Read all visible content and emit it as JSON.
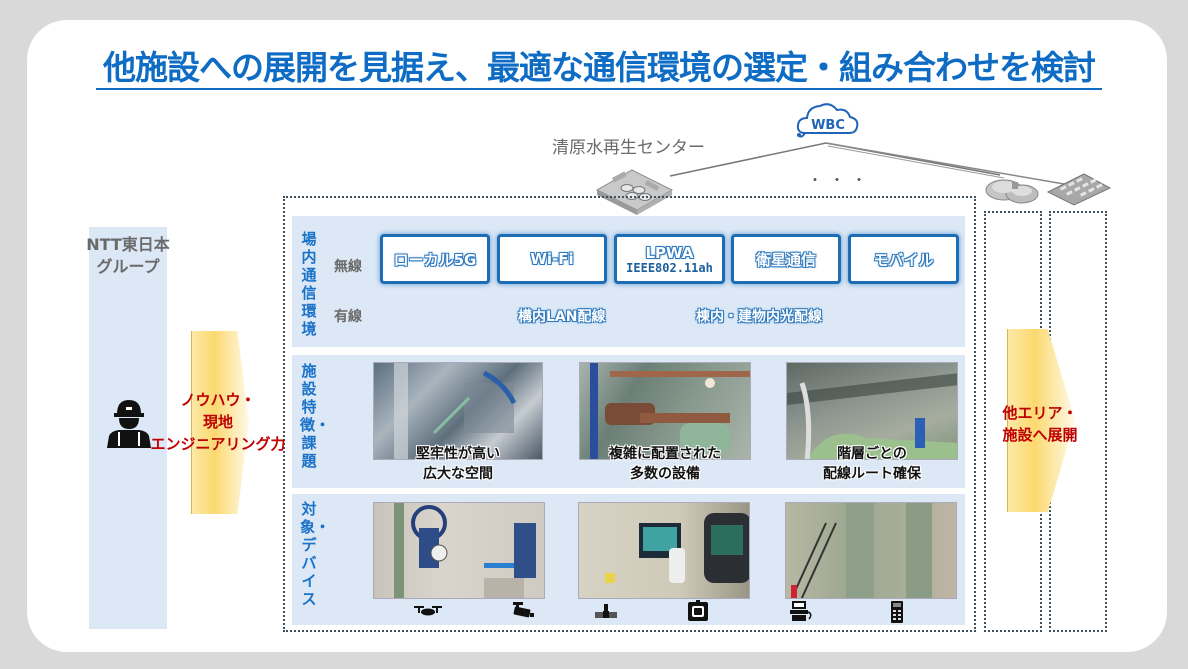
{
  "title": "他施設への展開を見据え、最適な通信環境の選定・組み合わせを検討",
  "colors": {
    "accent_blue": "#0e6cc4",
    "row_bg": "#dce8f5",
    "chevron_text": "#c00000",
    "chevron_fill": "#fbd970"
  },
  "network": {
    "cloud_label": "WBC",
    "facility_label": "清原水再生センター",
    "ellipsis": "・・・",
    "icons": [
      "cloud-icon",
      "treatment-plant-icon",
      "facility-icon",
      "building-grid-icon"
    ]
  },
  "left": {
    "group_label_line1": "NTT東日本",
    "group_label_line2": "グループ",
    "worker_icon": "engineer-icon",
    "chevron_lines": [
      "ノウハウ・",
      "現地",
      "エンジニアリング力"
    ]
  },
  "right": {
    "chevron_lines": [
      "他エリア・",
      "施設へ展開"
    ]
  },
  "rows": [
    {
      "label": "場内通信環境",
      "wireless_label": "無線",
      "wired_label": "有線",
      "wireless": [
        {
          "name": "ローカル5G",
          "sub": ""
        },
        {
          "name": "Wi-Fi",
          "sub": ""
        },
        {
          "name": "LPWA",
          "sub": "IEEE802.11ah"
        },
        {
          "name": "衛星通信",
          "sub": ""
        },
        {
          "name": "モバイル",
          "sub": ""
        }
      ],
      "wired": [
        "構内LAN配線",
        "棟内・建物内光配線"
      ]
    },
    {
      "label": "施設特徴・課題",
      "items": [
        {
          "caption_line1": "堅牢性が高い",
          "caption_line2": "広大な空間"
        },
        {
          "caption_line1": "複雑に配置された",
          "caption_line2": "多数の設備"
        },
        {
          "caption_line1": "階層ごとの",
          "caption_line2": "配線ルート確保"
        }
      ]
    },
    {
      "label": "対象・デバイス",
      "items": [
        {
          "devices": [
            "drone-icon",
            "camera-icon"
          ]
        },
        {
          "devices": [
            "sensor-icon",
            "smart-camera-icon"
          ]
        },
        {
          "devices": [
            "terminal-icon",
            "gateway-device-icon"
          ]
        }
      ]
    }
  ]
}
